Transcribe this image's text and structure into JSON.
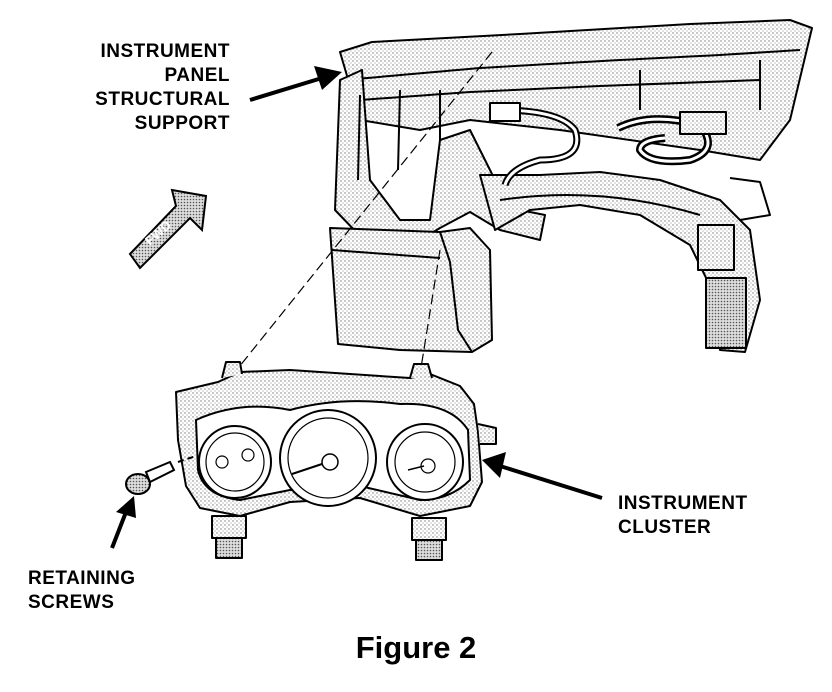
{
  "labels": {
    "instrument_panel_structural_support": [
      "INSTRUMENT",
      "PANEL",
      "STRUCTURAL",
      "SUPPORT"
    ],
    "instrument_cluster": [
      "INSTRUMENT",
      "CLUSTER"
    ],
    "retaining_screws": [
      "RETAINING",
      "SCREWS"
    ]
  },
  "direction_arrow_text": "FWD",
  "caption": "Figure 2"
}
